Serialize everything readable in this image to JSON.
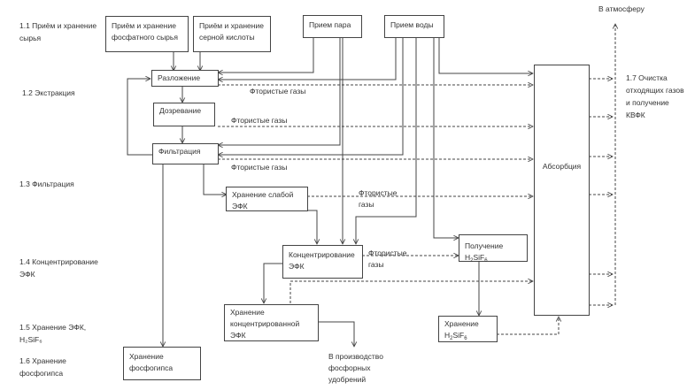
{
  "stages": [
    {
      "id": "s11",
      "text": "1.1 Приём и хранение сырья"
    },
    {
      "id": "s12",
      "text": "1.2 Экстракция"
    },
    {
      "id": "s13",
      "text": "1.3 Фильтрация"
    },
    {
      "id": "s14",
      "text": "1.4 Концентрирование ЭФК"
    },
    {
      "id": "s15",
      "text": "1.5 Хранение ЭФК, H₂SiF₆"
    },
    {
      "id": "s16",
      "text": "1.6 Хранение фосфогипса"
    },
    {
      "id": "s17",
      "text": "1.7 Очистка отходящих газов и получение КВФК"
    }
  ],
  "boxes": {
    "phosphate": "Приём и хранение фосфатного сырья",
    "sulfuric": "Приём и хранение серной кислоты",
    "steam": "Прием пара",
    "water": "Прием воды",
    "decomposition": "Разложение",
    "maturation": "Дозревание",
    "filtration": "Фильтрация",
    "weak_acid": "Хранение слабой ЭФК",
    "concentration": "Концентрирование ЭФК",
    "h2sif6_production": "Получение H₂SiF₆",
    "conc_storage": "Хранение концентрированной ЭФК",
    "h2sif6_storage": "Хранение H₂SiF₆",
    "phosphogypsum": "Хранение фосфогипса",
    "absorption": "Абсорбция"
  },
  "labels": {
    "gases": "Фтористые газы",
    "gases_two_line": "Фтористые газы",
    "to_atmosphere": "В атмосферу",
    "to_fertilizers": "В производство фосфорных удобрений"
  }
}
